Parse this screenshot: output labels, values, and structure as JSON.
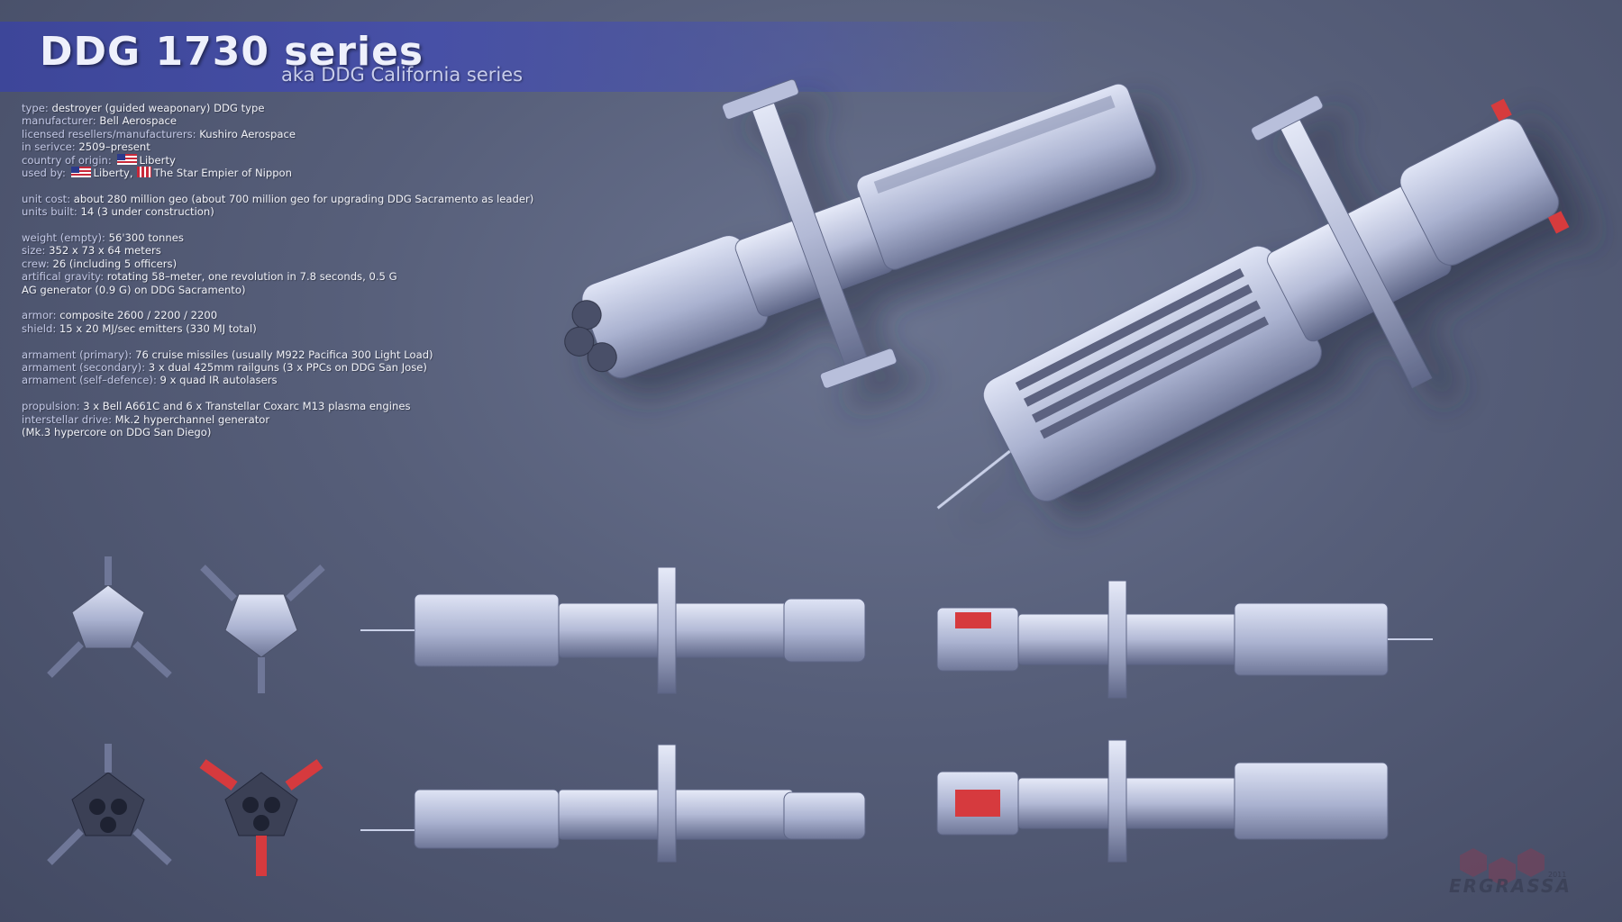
{
  "header": {
    "title": "DDG 1730 series",
    "subtitle": "aka DDG California series"
  },
  "specs": [
    {
      "label": "type:",
      "value": "destroyer (guided weaponary) DDG type"
    },
    {
      "label": "manufacturer:",
      "value": "Bell Aerospace"
    },
    {
      "label": "licensed resellers/manufacturers:",
      "value": "Kushiro Aerospace"
    },
    {
      "label": "in serivce:",
      "value": "2509–present"
    },
    {
      "label": "country of origin:",
      "value": "Liberty",
      "flag": "us"
    },
    {
      "label": "used by:",
      "value": "Liberty,",
      "flag": "us",
      "value2": "The Star Empier of Nippon",
      "flag2": "jp"
    },
    {
      "gap": true
    },
    {
      "label": "unit cost:",
      "value": "about 280 million geo (about 700 million geo for upgrading DDG Sacramento as leader)"
    },
    {
      "label": "units built:",
      "value": "14 (3 under construction)"
    },
    {
      "gap": true
    },
    {
      "label": "weight (empty):",
      "value": "56'300 tonnes"
    },
    {
      "label": "size:",
      "value": "352 x 73 x 64 meters"
    },
    {
      "label": "crew:",
      "value": "26 (including 5 officers)"
    },
    {
      "label": "artifical gravity:",
      "value": "rotating 58–meter, one revolution in 7.8 seconds, 0.5 G"
    },
    {
      "label": "",
      "value": "AG generator (0.9 G) on DDG Sacramento)"
    },
    {
      "gap": true
    },
    {
      "label": "armor:",
      "value": "composite 2600 / 2200 / 2200"
    },
    {
      "label": "shield:",
      "value": "15 x 20 MJ/sec emitters (330 MJ total)"
    },
    {
      "gap": true
    },
    {
      "label": "armament (primary):",
      "value": "76 cruise missiles (usually M922 Pacifica 300 Light Load)"
    },
    {
      "label": "armament (secondary):",
      "value": "3 x dual 425mm railguns (3 x PPCs on DDG San Jose)"
    },
    {
      "label": "armament (self–defence):",
      "value": "9 x quad IR autolasers"
    },
    {
      "gap": true
    },
    {
      "label": "propulsion:",
      "value": "3 x Bell A661C and 6 x Transtellar Coxarc M13 plasma engines"
    },
    {
      "label": "interstellar drive:",
      "value": "Mk.2 hyperchannel generator"
    },
    {
      "label": "",
      "value": "(Mk.3 hypercore on DDG San Diego)"
    }
  ],
  "logo": {
    "text": "ERGRASSA",
    "year": "2011"
  },
  "colors": {
    "hull": "#c9d0e8",
    "hull_shadow": "#7f87a8",
    "accent_red": "#d63a3e",
    "banner": "#4750a6"
  }
}
